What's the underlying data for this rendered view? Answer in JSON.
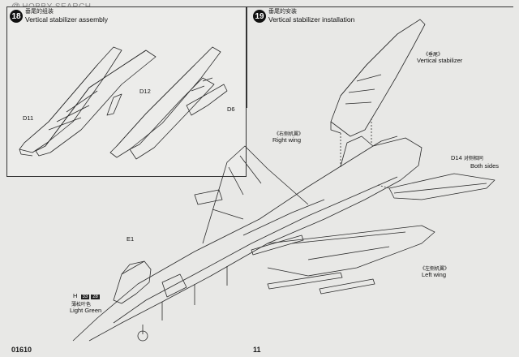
{
  "watermark": {
    "logo": "@",
    "text": "HOBBY SEARCH"
  },
  "step18": {
    "number": "18",
    "title_cn": "垂尾的组装",
    "title_en": "Vertical stabilizer assembly",
    "parts": [
      "D11",
      "D12",
      "D6"
    ]
  },
  "step19": {
    "number": "19",
    "title_cn": "垂尾的安装",
    "title_en": "Vertical stabilizer installation",
    "callouts": {
      "vstab_cn": "《垂尾》",
      "vstab_en": "Vertical stabilizer",
      "d14_part": "D14",
      "d14_cn": "对侧相同",
      "d14_en": "Both sides",
      "rwing_cn": "《右侧机翼》",
      "rwing_en": "Right wing",
      "lwing_cn": "《左侧机翼》",
      "lwing_en": "Left wing",
      "e1": "E1",
      "h_part": "H",
      "h_code1": "33",
      "h_code2": "28",
      "h_cn": "薄松叶色",
      "h_en": "Light Green"
    }
  },
  "footer": {
    "product_code": "01610",
    "page_number": "11"
  }
}
